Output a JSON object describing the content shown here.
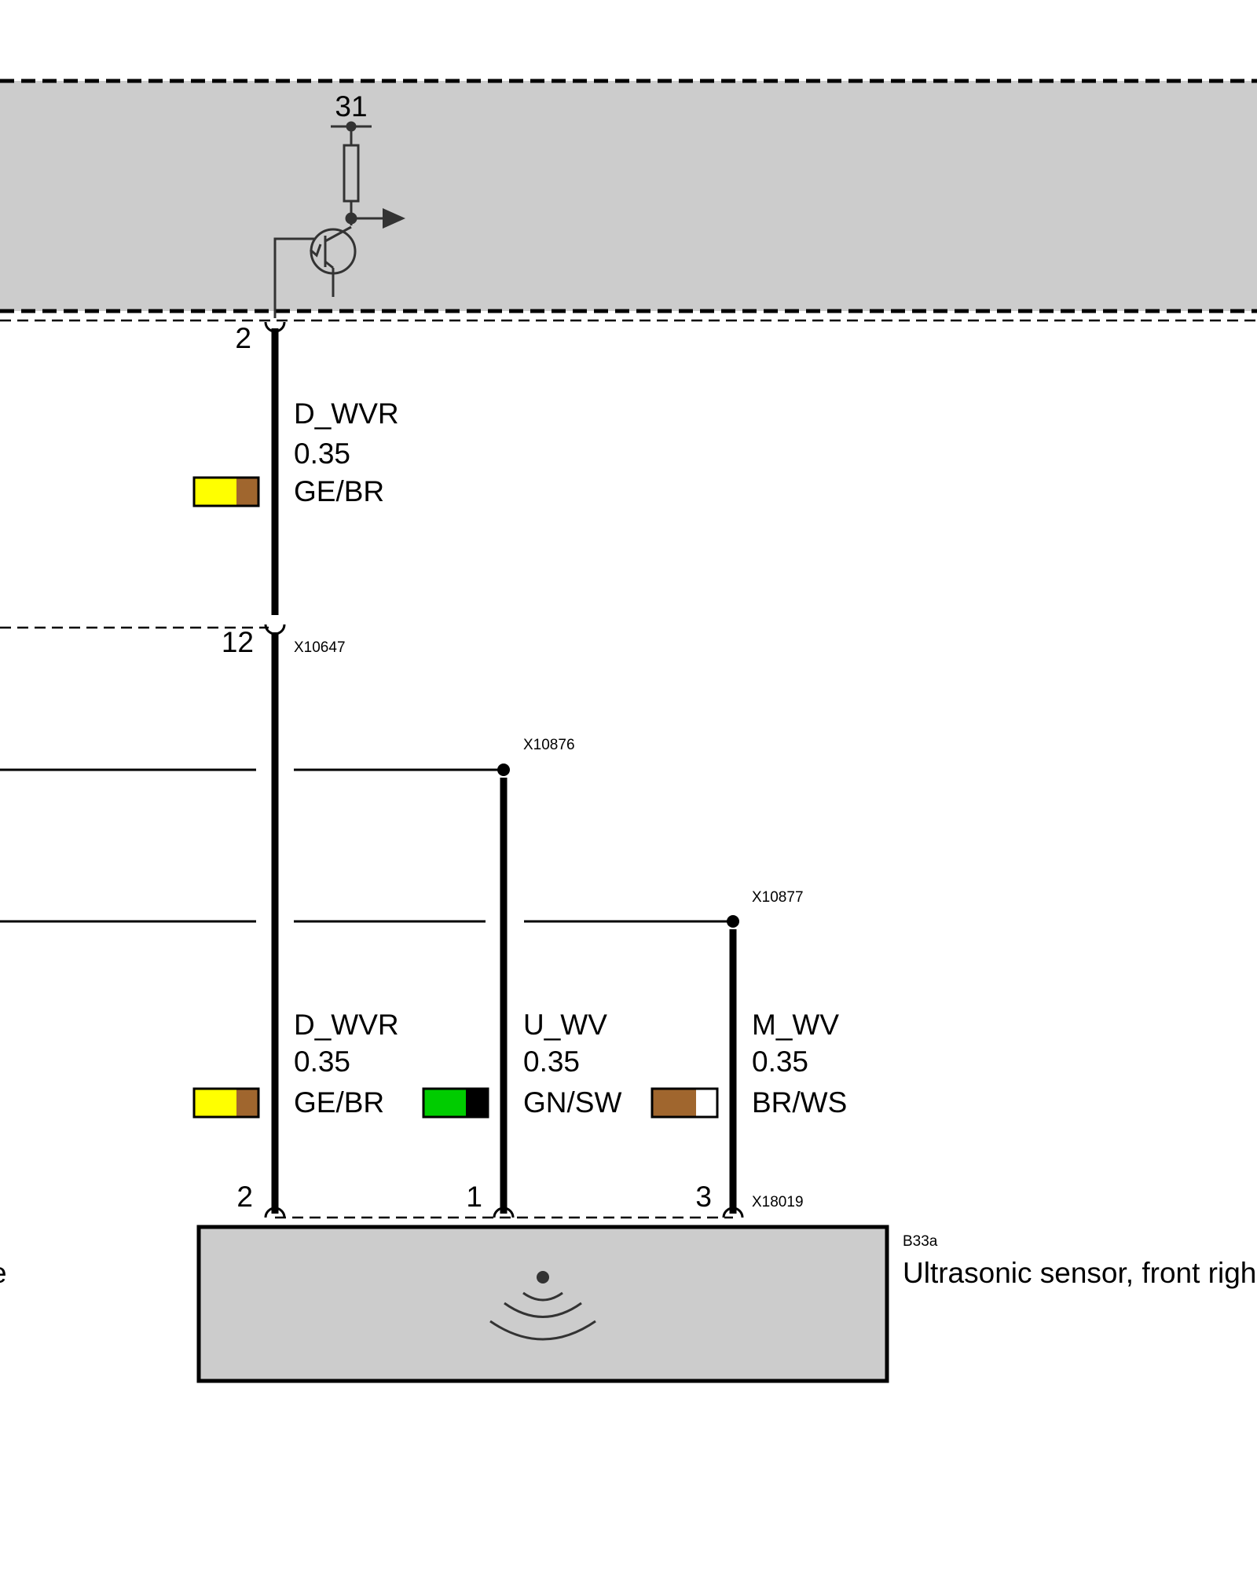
{
  "module": {
    "ground_label": "31",
    "output_pin": "2"
  },
  "connectors": {
    "x10647": {
      "id": "X10647",
      "pin": "12"
    },
    "x10876": {
      "id": "X10876"
    },
    "x10877": {
      "id": "X10877"
    },
    "x18019": {
      "id": "X18019",
      "pins": [
        "2",
        "1",
        "3"
      ]
    }
  },
  "wires": [
    {
      "signal": "D_WVR",
      "size": "0.35",
      "color_code": "GE/BR",
      "colors": [
        "#ffff00",
        "#a0662e"
      ]
    },
    {
      "signal": "D_WVR",
      "size": "0.35",
      "color_code": "GE/BR",
      "colors": [
        "#ffff00",
        "#a0662e"
      ]
    },
    {
      "signal": "U_WV",
      "size": "0.35",
      "color_code": "GN/SW",
      "colors": [
        "#00cc00",
        "#000000"
      ]
    },
    {
      "signal": "M_WV",
      "size": "0.35",
      "color_code": "BR/WS",
      "colors": [
        "#a0662e",
        "#ffffff"
      ]
    }
  ],
  "component": {
    "id": "B33a",
    "name": "Ultrasonic sensor, front righ",
    "left_cut_text": "e",
    "icon": "ultrasonic-wave-icon"
  },
  "colors": {
    "module_fill": "#cccccc",
    "line": "#000000",
    "symbol": "#333333"
  }
}
